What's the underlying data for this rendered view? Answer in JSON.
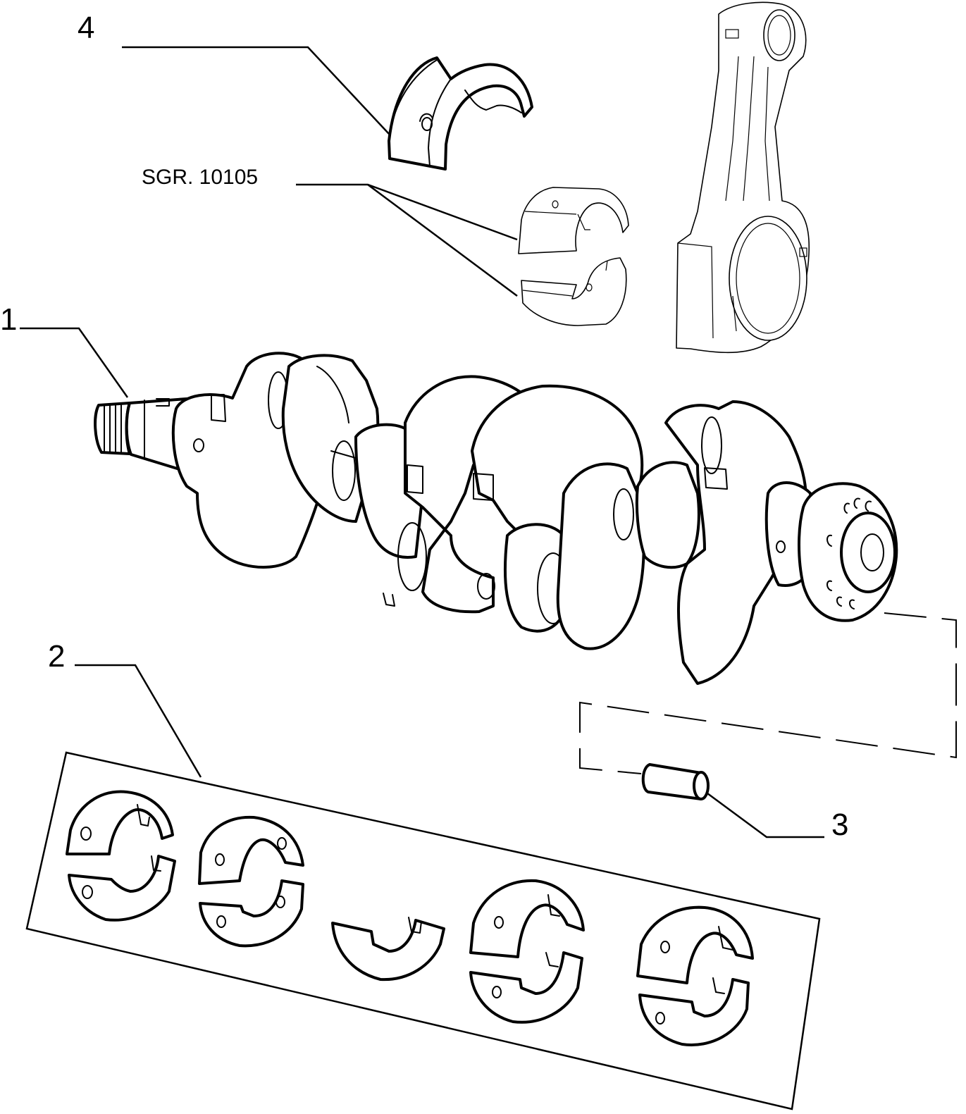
{
  "callouts": {
    "c1": "1",
    "c2": "2",
    "c3": "3",
    "c4": "4",
    "ref": "SGR. 10105"
  }
}
